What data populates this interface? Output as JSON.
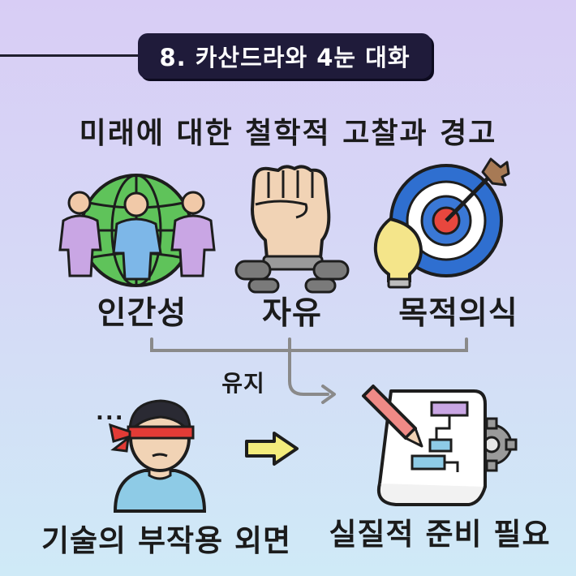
{
  "header": {
    "title": "8. 카산드라와 4눈 대화"
  },
  "subtitle": "미래에 대한 철학적 고찰과 경고",
  "values": [
    {
      "label": "인간성",
      "icon": "people-globe-icon"
    },
    {
      "label": "자유",
      "icon": "fist-broken-chain-icon"
    },
    {
      "label": "목적의식",
      "icon": "target-arrow-bulb-icon"
    }
  ],
  "connector_label": "유지",
  "bottom": {
    "left_label": "기술의 부작용 외면",
    "left_icon": "blindfolded-person-icon",
    "ellipsis": "...",
    "arrow_icon": "arrow-right-icon",
    "right_label": "실질적 준비 필요",
    "right_icon": "pencil-plan-gear-icon"
  },
  "colors": {
    "title_bg": "#1f1b3a",
    "globe": "#5fc35a",
    "fist": "#f1d3b5",
    "target_red": "#e8473e",
    "target_blue": "#2f6fd0",
    "bulb": "#f4e58a",
    "blindfold": "#e23b36",
    "shirt": "#8ecbe6",
    "arrow": "#f3ec7c",
    "pencil": "#ef8a86",
    "connector": "#8a8a8a"
  }
}
